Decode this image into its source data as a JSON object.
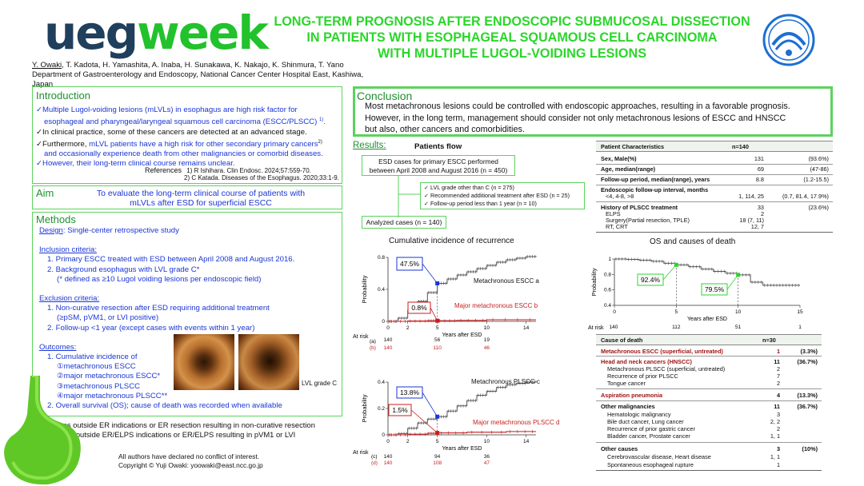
{
  "logo": {
    "part1": "ueg",
    "part2": "week"
  },
  "title": {
    "line1": "LONG-TERM PROGNOSIS AFTER ENDOSCOPIC SUBMUCOSAL DISSECTION",
    "line2": "IN PATIENTS WITH ESOPHAGEAL SQUAMOUS CELL CARCINOMA",
    "line3": "WITH MULTIPLE LUGOL-VOIDING LESIONS"
  },
  "authors": {
    "first": "Y. Owaki",
    "rest": ", T. Kadota, H. Yamashita, A. Inaba, H. Sunakawa, K. Nakajo, K. Shinmura, T. Yano",
    "dept": "Department of Gastroenterology and Endoscopy, National Cancer Center Hospital East, Kashiwa, Japan"
  },
  "intro": {
    "heading": "Introduction",
    "p1a": "Multiple Lugol-voiding lesions (mLVLs) in esophagus are high risk factor for",
    "p1b": "esophageal and pharyngeal/laryngeal squamous cell carcinoma (ESCC/PLSCC)",
    "p1b_sup": "1)",
    "p2": "In clinical practice, some of these cancers are detected at an advanced stage.",
    "p3a_pre": "Furthermore, ",
    "p3a_hl": "mLVL patients have a high risk for other secondary primary cancers",
    "p3a_sup": "2)",
    "p3b": "and occasionally experience death from other malignancies or comorbid diseases.",
    "p4": "However, their long-term clinical course remains unclear.",
    "ref_label": "References",
    "ref1": "1) R Ishihara. Clin Endosc. 2024;57:559-70.",
    "ref2": "2) C Katada. Diseases of the Esophagus. 2020;33:1-9."
  },
  "aim": {
    "heading": "Aim",
    "line1": "To evaluate the long-term clinical course of patients with",
    "line2": "mLVLs after ESD for superficial ESCC"
  },
  "methods": {
    "heading": "Methods",
    "design_label": "Design",
    "design_text": ": Single-center retrospective study",
    "inclusion_label": "Inclusion criteria:",
    "inc1": "1. Primary ESCC treated with ESD between April 2008 and August 2016.",
    "inc2": "2. Background esophagus with LVL grade C*",
    "inc2_note": "(* defined as ≥10 Lugol voiding lesions per endoscopic field)",
    "exclusion_label": "Exclusion criteria:",
    "exc1": "1. Non-curative resection after ESD requiring additional treatment",
    "exc1b": "(≥pSM, pVM1, or LVI positive)",
    "exc2": "2. Follow-up <1 year (except cases with events within 1 year)",
    "outcomes_label": "Outcomes:",
    "out1": "1. Cumulative incidence of",
    "out1a": "①metachronous ESCC",
    "out1b": "②major metachronous ESCC*",
    "out1c": "③metachronous PLSCC",
    "out1d": "④major metachronous PLSCC**",
    "out2": "2. Overall survival (OS); cause of death was recorded when available",
    "lvl_caption": "LVL grade C",
    "fn1": "* Lesions outside ER indications or ER resection resulting in non-curative resection",
    "fn2": "** Lesions outside ER/ELPS indications or ER/ELPS resulting in pVM1 or LVI",
    "coi": "All authors have declared no conflict of interest.",
    "copyright": "Copyright © Yuji Owaki: yoowaki@east.ncc.go.jp"
  },
  "conclusion": {
    "heading": "Conclusion",
    "text1": "Most metachronous lesions could be controlled with endoscopic approaches, resulting in a favorable prognosis.",
    "text2": "However, in the long term, management should consider not only metachronous lesions of ESCC and HNSCC",
    "text3": "but also, other cancers and comorbidities."
  },
  "results": {
    "heading": "Results:",
    "flow_title": "Patients flow",
    "flow_top1": "ESD cases for primary ESCC performed",
    "flow_top2": "between April 2008 and August 2016 (n = 450)",
    "excl1": "LVL grade other than C (n = 275)",
    "excl2": "Recommended additional treatment after ESD (n = 25)",
    "excl3": "Follow-up period less than 1 year (n = 10)",
    "analyzed": "Analyzed cases (n = 140)",
    "cir_title": "Cumulative incidence of recurrence",
    "os_title": "OS and causes of death"
  },
  "patient_table": {
    "header": "Patient Characteristics",
    "n_header": "n=140",
    "rows": [
      {
        "label": "Sex, Male(%)",
        "n": "131",
        "pct": "(93.6%)"
      },
      {
        "label": "Age, median(range)",
        "n": "69",
        "pct": "(47-86)"
      },
      {
        "label": "Follow-up period, median(range), years",
        "n": "8.8",
        "pct": "(1.2-15.5)"
      }
    ],
    "endo_label": "Endoscopic follow-up interval, months",
    "endo_sub": "<4, 4-8, >8",
    "endo_n": "1, 114, 25",
    "endo_pct": "(0.7, 81.4, 17.9%)",
    "hist_label": "History of PLSCC treatment",
    "hist_n": "33",
    "hist_pct": "(23.6%)",
    "hist_sub": [
      {
        "label": "ELPS",
        "n": "2"
      },
      {
        "label": "Surgery(Partial resection, TPLE)",
        "n": "18 (7, 11)"
      },
      {
        "label": "RT, CRT",
        "n": "12, 7"
      }
    ]
  },
  "death_table": {
    "header": "Cause of death",
    "n_header": "n=30",
    "esc_label": "Metachronous ESCC (superficial, untreated)",
    "esc_n": "1",
    "esc_pct": "(3.3%)",
    "hn_label": "Head and neck cancers (HNSCC)",
    "hn_n": "11",
    "hn_pct": "(36.7%)",
    "hn_sub": [
      {
        "label": "Metachronous PLSCC (superficial, untreated)",
        "n": "2"
      },
      {
        "label": "Recurrence of prior PLSCC",
        "n": "7"
      },
      {
        "label": "Tongue cancer",
        "n": "2"
      }
    ],
    "asp_label": "Aspiration pneumonia",
    "asp_n": "4",
    "asp_pct": "(13.3%)",
    "om_label": "Other malignancies",
    "om_n": "11",
    "om_pct": "(36.7%)",
    "om_sub": [
      {
        "label": "Hematologic malignancy",
        "n": "3"
      },
      {
        "label": "Bile duct cancer, Lung cancer",
        "n": "2, 2"
      },
      {
        "label": "Recurrence of prior gastric cancer",
        "n": "2"
      },
      {
        "label": "Bladder cancer, Prostate cancer",
        "n": "1, 1"
      }
    ],
    "oc_label": "Other causes",
    "oc_n": "3",
    "oc_pct": "(10%)",
    "oc_sub": [
      {
        "label": "Cerebrovascular disease, Heart disease",
        "n": "1, 1"
      },
      {
        "label": "Spontaneous esophageal rupture",
        "n": "1"
      }
    ]
  },
  "colors": {
    "green": "#2bd62b",
    "navy": "#1f3f5c",
    "blue": "#1a36d6",
    "red": "#c91e1e",
    "dark_red": "#9b1111"
  },
  "chart_data": [
    {
      "type": "line",
      "title": "Cumulative incidence of recurrence",
      "panel": "(a)/(b)",
      "xlabel": "Years after ESD",
      "ylabel": "Probability",
      "xlim": [
        0,
        15
      ],
      "ylim": [
        0,
        0.8
      ],
      "xticks": [
        0,
        2,
        5,
        10,
        14
      ],
      "yticks": [
        0,
        0.4,
        0.8
      ],
      "series": [
        {
          "name": "Metachronous ESCC a",
          "color": "#555555",
          "x": [
            0,
            1,
            2,
            3,
            4,
            5,
            6,
            7,
            8,
            9,
            10,
            11,
            12,
            13,
            14,
            15
          ],
          "y": [
            0,
            0.04,
            0.14,
            0.25,
            0.36,
            0.475,
            0.53,
            0.58,
            0.62,
            0.66,
            0.7,
            0.74,
            0.77,
            0.79,
            0.81,
            0.82
          ]
        },
        {
          "name": "Major metachronous ESCC b",
          "color": "#c91e1e",
          "x": [
            0,
            2,
            4,
            5,
            7,
            10,
            15
          ],
          "y": [
            0,
            0.004,
            0.008,
            0.008,
            0.012,
            0.02,
            0.02
          ]
        }
      ],
      "annotations": [
        {
          "label": "47.5%",
          "x": 5,
          "y": 0.475
        },
        {
          "label": "0.8%",
          "x": 5,
          "y": 0.008
        }
      ],
      "at_risk_label": "At risk",
      "at_risk_a_label": "(a)",
      "at_risk_b_label": "(b)",
      "at_risk_a": [
        "140",
        "56",
        "19"
      ],
      "at_risk_b": [
        "140",
        "110",
        "46"
      ]
    },
    {
      "type": "line",
      "panel": "(c)/(d)",
      "xlabel": "Years after ESD",
      "ylabel": "Probability",
      "xlim": [
        0,
        15
      ],
      "ylim": [
        0,
        0.4
      ],
      "xticks": [
        0,
        2,
        5,
        10,
        14
      ],
      "yticks": [
        0,
        0.2,
        0.4
      ],
      "series": [
        {
          "name": "Metachronous PLSCC c",
          "color": "#555555",
          "x": [
            0,
            1,
            2,
            3,
            4,
            5,
            6,
            7,
            8,
            9,
            10,
            11,
            12,
            13,
            14,
            15
          ],
          "y": [
            0,
            0.01,
            0.05,
            0.09,
            0.12,
            0.138,
            0.18,
            0.22,
            0.26,
            0.3,
            0.33,
            0.36,
            0.38,
            0.39,
            0.4,
            0.41
          ]
        },
        {
          "name": "Major metachronous PLSCC d",
          "color": "#c91e1e",
          "x": [
            0,
            2,
            4,
            5,
            8,
            12,
            15
          ],
          "y": [
            0,
            0.005,
            0.012,
            0.015,
            0.02,
            0.025,
            0.025
          ]
        }
      ],
      "annotations": [
        {
          "label": "13.8%",
          "x": 5,
          "y": 0.138
        },
        {
          "label": "1.5%",
          "x": 5,
          "y": 0.015
        }
      ],
      "at_risk_label": "At risk",
      "at_risk_c_label": "(c)",
      "at_risk_d_label": "(d)",
      "at_risk_c": [
        "140",
        "94",
        "36"
      ],
      "at_risk_d": [
        "140",
        "108",
        "47"
      ]
    },
    {
      "type": "line",
      "title": "OS and causes of death",
      "xlabel": "Years after ESD",
      "ylabel": "Probability",
      "xlim": [
        0,
        15
      ],
      "ylim": [
        0.4,
        1
      ],
      "xticks": [
        0,
        5,
        10,
        15
      ],
      "yticks": [
        0.4,
        0.6,
        0.8,
        1
      ],
      "series": [
        {
          "name": "OS",
          "color": "#555555",
          "x": [
            0,
            1,
            2,
            3,
            4,
            5,
            6,
            7,
            8,
            9,
            10,
            11,
            12,
            13,
            14,
            15
          ],
          "y": [
            1,
            0.995,
            0.985,
            0.97,
            0.945,
            0.924,
            0.9,
            0.87,
            0.84,
            0.815,
            0.795,
            0.7,
            0.66,
            0.66,
            0.66,
            0.66
          ]
        }
      ],
      "annotations": [
        {
          "label": "92.4%",
          "x": 5,
          "y": 0.924
        },
        {
          "label": "79.5%",
          "x": 10,
          "y": 0.795
        }
      ],
      "at_risk_label": "At risk",
      "at_risk": [
        "140",
        "112",
        "51",
        "1"
      ]
    }
  ]
}
